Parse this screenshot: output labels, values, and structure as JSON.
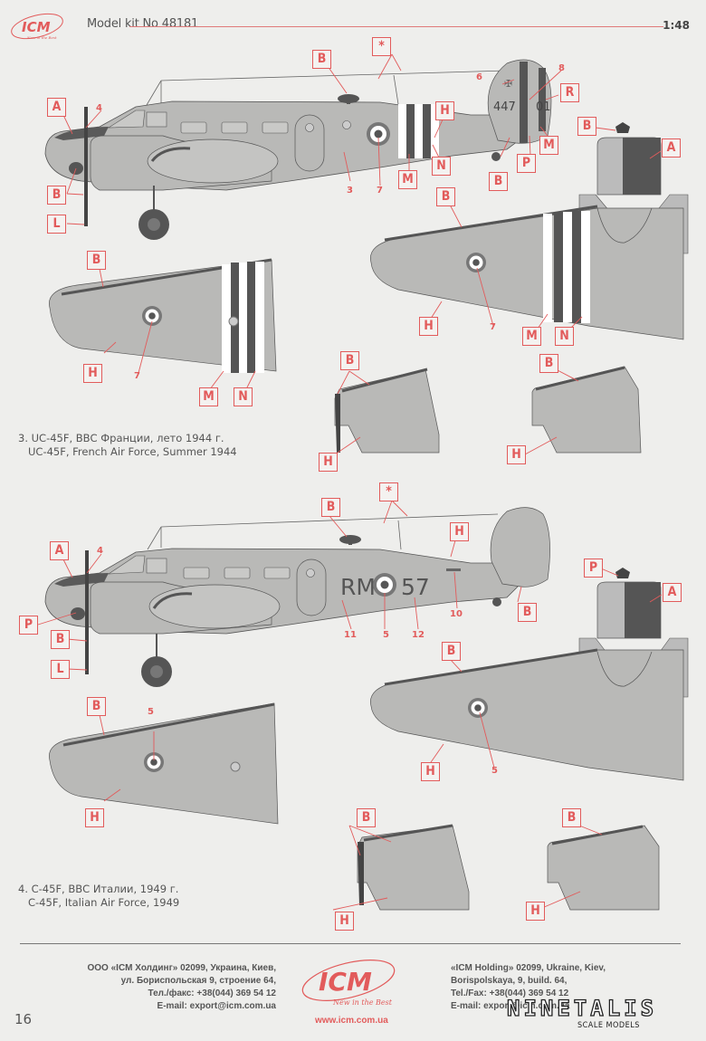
{
  "header": {
    "brand": "ICM",
    "brand_slogan": "New in the Best",
    "title": "Model kit No 48181",
    "scale": "1:48"
  },
  "colors": {
    "accent_red": "#e25b5b",
    "aircraft_grey": "#b9b9b7",
    "dark_grey": "#5a5a5a",
    "paper": "#eeeeec"
  },
  "scheme3": {
    "caption_ru": "3. UC-45F, ВВС Франции, лето 1944 г.",
    "caption_en": "UC-45F, French Air Force, Summer 1944",
    "fuselage_serial": "447",
    "fuselage_serial_suffix": "01",
    "side_view": {
      "tags": [
        "A",
        "B",
        "B",
        "L",
        "B",
        "*",
        "H",
        "M",
        "N",
        "B",
        "P",
        "M",
        "R"
      ],
      "decal_numbers": [
        "4",
        "3",
        "7",
        "6",
        "8"
      ]
    },
    "upper_right": {
      "tags": [
        "B",
        "A"
      ]
    },
    "wing_left": {
      "tags": [
        "B",
        "H",
        "M",
        "N"
      ],
      "decal_numbers": [
        "7"
      ]
    },
    "wing_right": {
      "tags": [
        "B",
        "H",
        "M",
        "N"
      ],
      "decal_numbers": [
        "7"
      ]
    },
    "tail_left": {
      "tags": [
        "B",
        "H"
      ]
    },
    "tail_right": {
      "tags": [
        "B",
        "H"
      ]
    }
  },
  "scheme4": {
    "caption_ru": "4. C-45F, ВВС Италии, 1949 г.",
    "caption_en": "C-45F, Italian Air Force, 1949",
    "code_left": "RM",
    "code_right": "57",
    "side_view": {
      "tags": [
        "A",
        "P",
        "B",
        "L",
        "B",
        "*",
        "H",
        "B"
      ],
      "decal_numbers": [
        "4",
        "11",
        "5",
        "12",
        "10"
      ]
    },
    "upper_right": {
      "tags": [
        "P",
        "A"
      ]
    },
    "wing_left": {
      "tags": [
        "B",
        "H"
      ],
      "decal_numbers": [
        "5"
      ]
    },
    "wing_right": {
      "tags": [
        "B",
        "H"
      ],
      "decal_numbers": [
        "5"
      ]
    },
    "tail_left": {
      "tags": [
        "B",
        "H"
      ]
    },
    "tail_right": {
      "tags": [
        "B",
        "H"
      ]
    }
  },
  "footer": {
    "ru_lines": [
      "ООО «ICM Холдинг» 02099, Украина, Киев,",
      "ул. Бориспольская 9, строение 64,",
      "Тел./факс: +38(044) 369 54 12",
      "E-mail: export@icm.com.ua"
    ],
    "en_lines": [
      "«ICM Holding» 02099, Ukraine, Kiev,",
      "Borispolskaya, 9, build. 64,",
      "Tel./Fax: +38(044) 369 54 12",
      "E-mail: export@icm.com.ua"
    ],
    "website": "www.icm.com.ua",
    "page_number": "16",
    "watermark": "NINETALIS",
    "watermark_sub": "SCALE MODELS"
  }
}
